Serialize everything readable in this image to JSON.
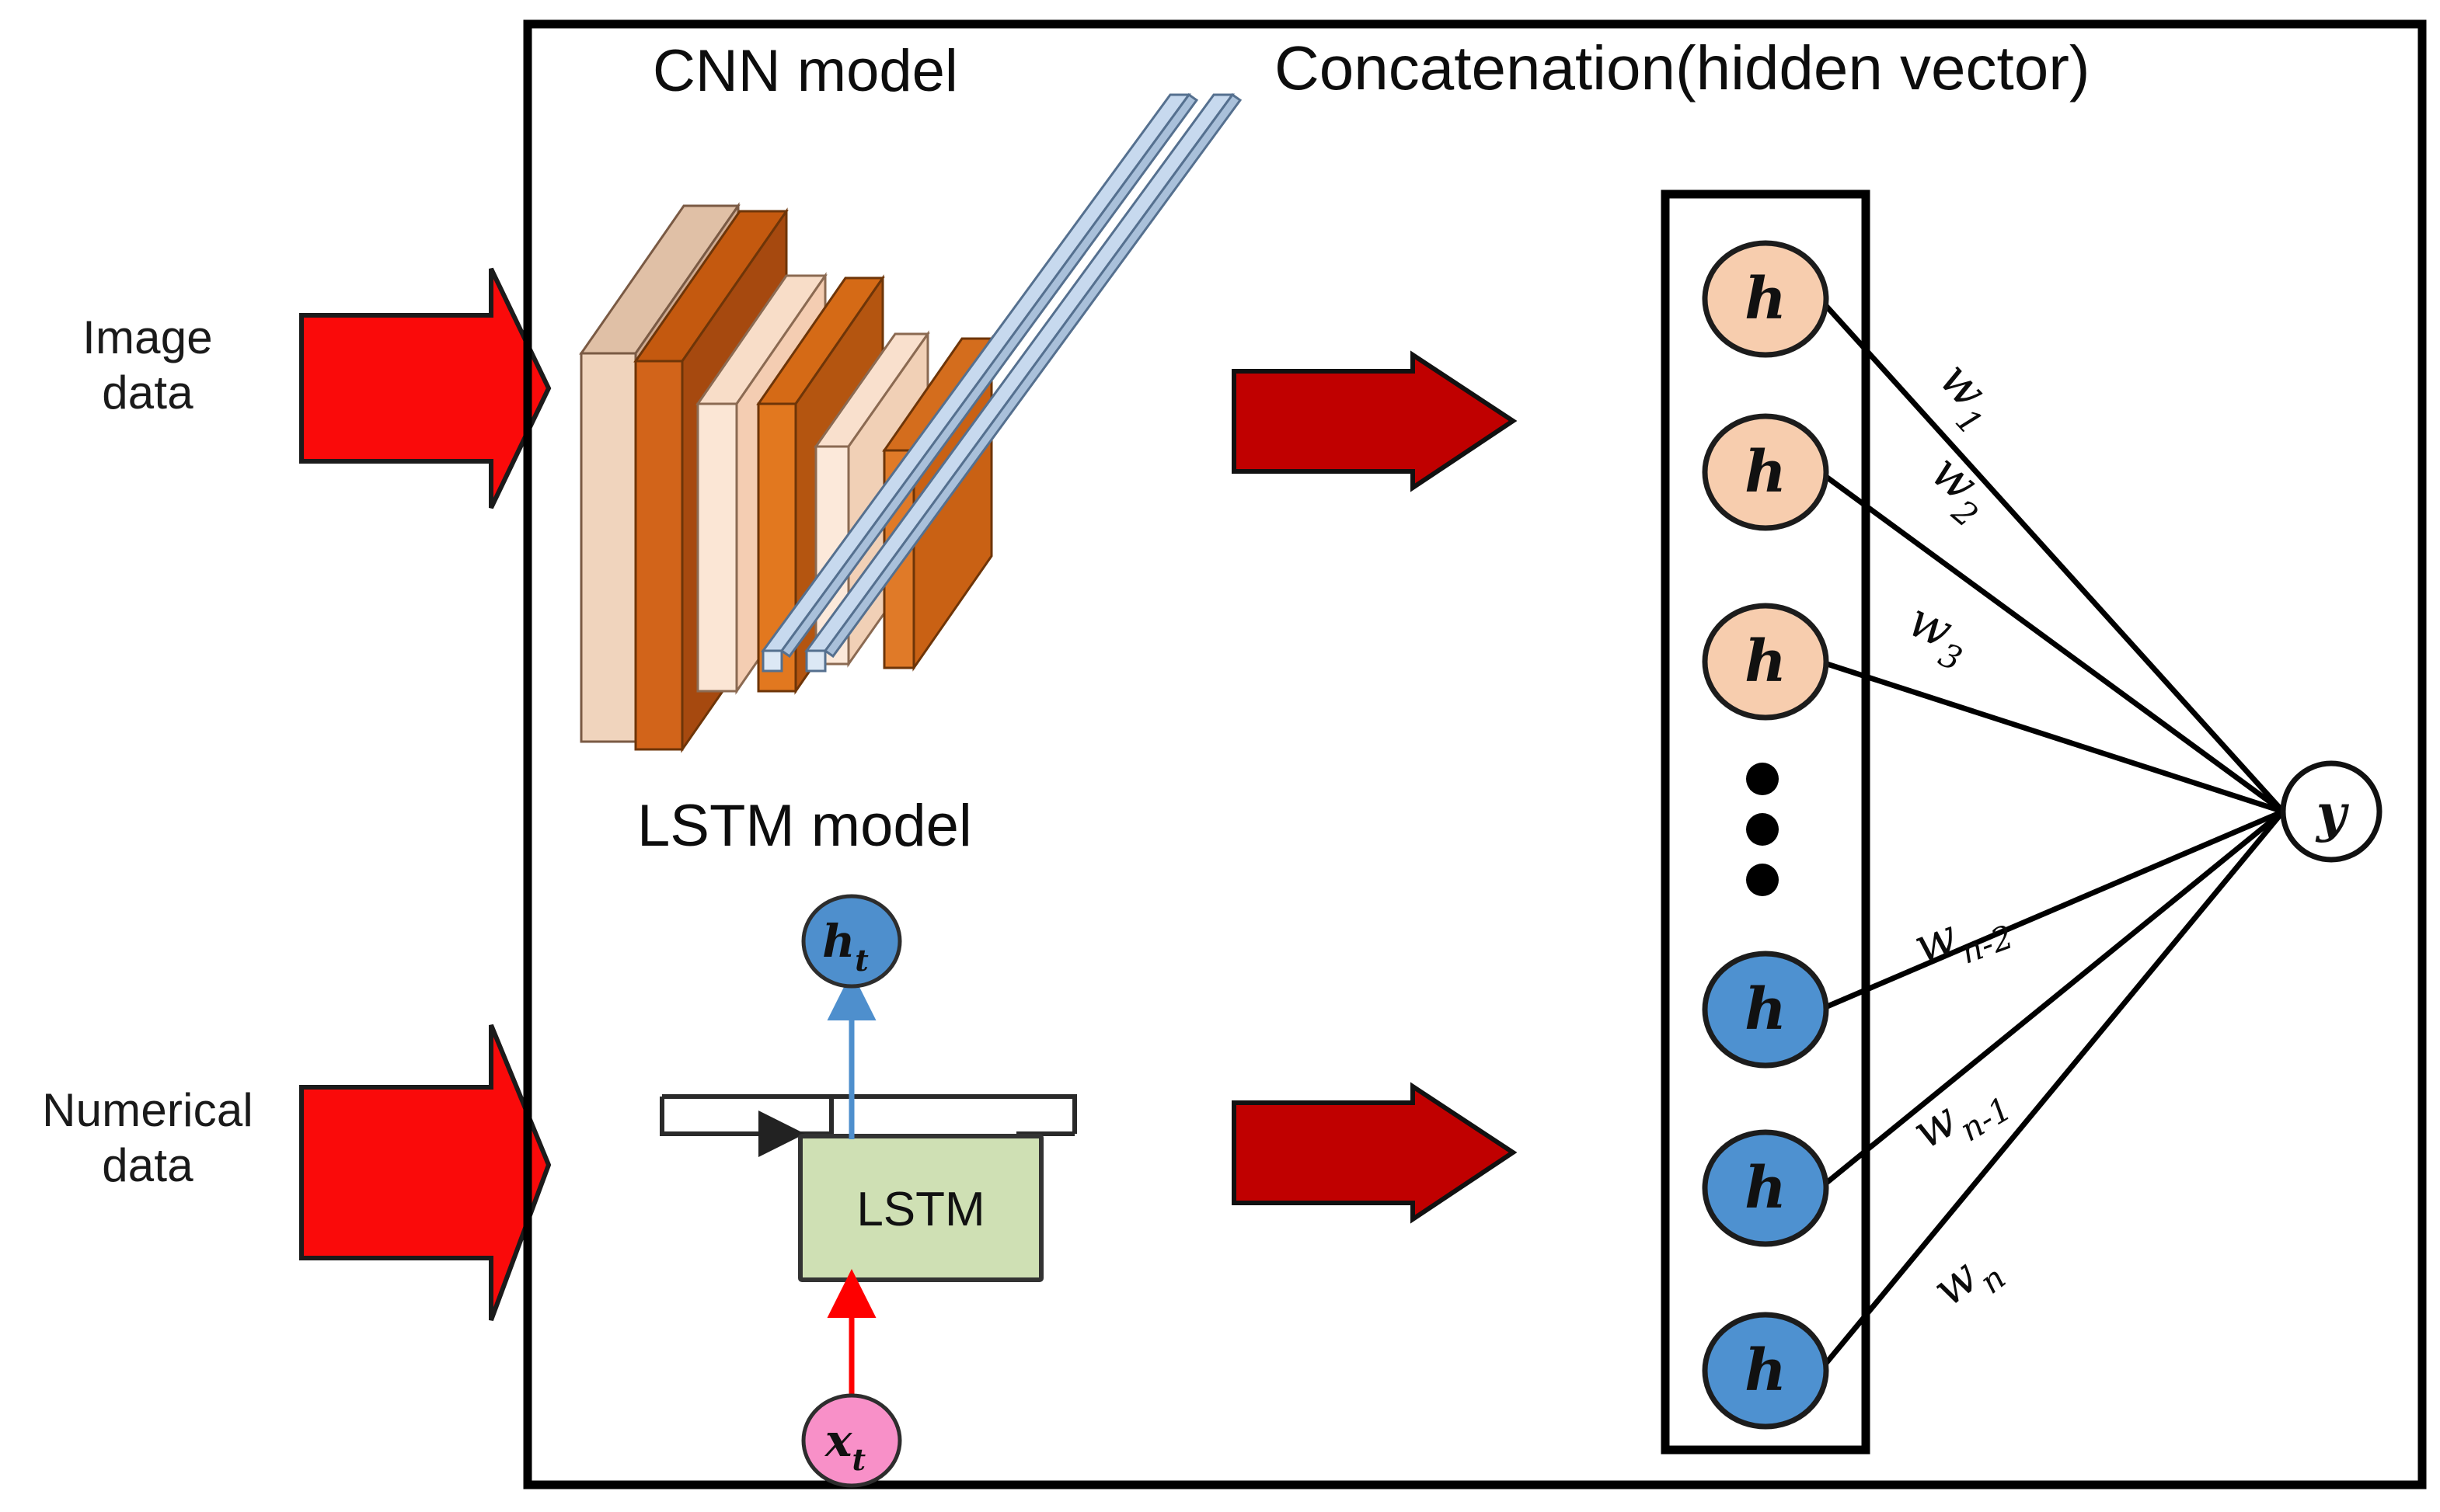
{
  "diagram": {
    "title_cnn": "CNN model",
    "title_lstm": "LSTM model",
    "title_concat": "Concatenation(hidden vector)",
    "inputs": [
      {
        "label": "Image\ndata",
        "arrow": "right-arrow-icon",
        "color": "#FA0A0A"
      },
      {
        "label": "Numerical\ndata",
        "arrow": "right-arrow-icon",
        "color": "#FA0A0A"
      }
    ],
    "stage_arrows": [
      {
        "name": "cnn-to-concat-arrow",
        "color": "#C00000"
      },
      {
        "name": "lstm-to-concat-arrow",
        "color": "#C00000"
      }
    ],
    "lstm": {
      "cell_label": "LSTM",
      "output_node": "h_t",
      "output_node_base": "h",
      "output_node_sub": "t",
      "input_node": "x_t",
      "input_node_base": "x",
      "input_node_sub": "t",
      "cell_fill": "#cfe0b4",
      "output_fill": "#4e8fcd",
      "input_fill": "#f890c8",
      "output_arrow_color": "#4e8fcd",
      "input_arrow_color": "#fe0000"
    },
    "cnn": {
      "slab_colors": [
        "#cfab92",
        "#a6490f",
        "#f4cdb2",
        "#c96114",
        "#f6d7be",
        "#d0701f"
      ],
      "fc_bar_color": "#c7d9ee"
    },
    "hidden_vector": {
      "box_label": "hidden-vector-box",
      "nodes": [
        {
          "label": "h",
          "color": "#f7cdae",
          "group": "image"
        },
        {
          "label": "h",
          "color": "#f7cdae",
          "group": "image"
        },
        {
          "label": "h",
          "color": "#f7cdae",
          "group": "image"
        },
        {
          "label": "h",
          "color": "#4e91d0",
          "group": "numerical"
        },
        {
          "label": "h",
          "color": "#4e91d0",
          "group": "numerical"
        },
        {
          "label": "h",
          "color": "#4e91d0",
          "group": "numerical"
        }
      ],
      "ellipsis": "vertical-ellipsis-icon",
      "ellipsis_dots": 3
    },
    "weights": [
      {
        "base": "w",
        "sub": "1",
        "full": "w1"
      },
      {
        "base": "w",
        "sub": "2",
        "full": "w2"
      },
      {
        "base": "w",
        "sub": "3",
        "full": "w3"
      },
      {
        "base": "w",
        "sub": "n-2",
        "full": "wn-2"
      },
      {
        "base": "w",
        "sub": "n-1",
        "full": "wn-1"
      },
      {
        "base": "w",
        "sub": "n",
        "full": "wn"
      }
    ],
    "output": {
      "label": "y",
      "fill": "#ffffff",
      "stroke": "#000000"
    },
    "frame": {
      "stroke": "#000000",
      "fill": "#ffffff"
    }
  }
}
